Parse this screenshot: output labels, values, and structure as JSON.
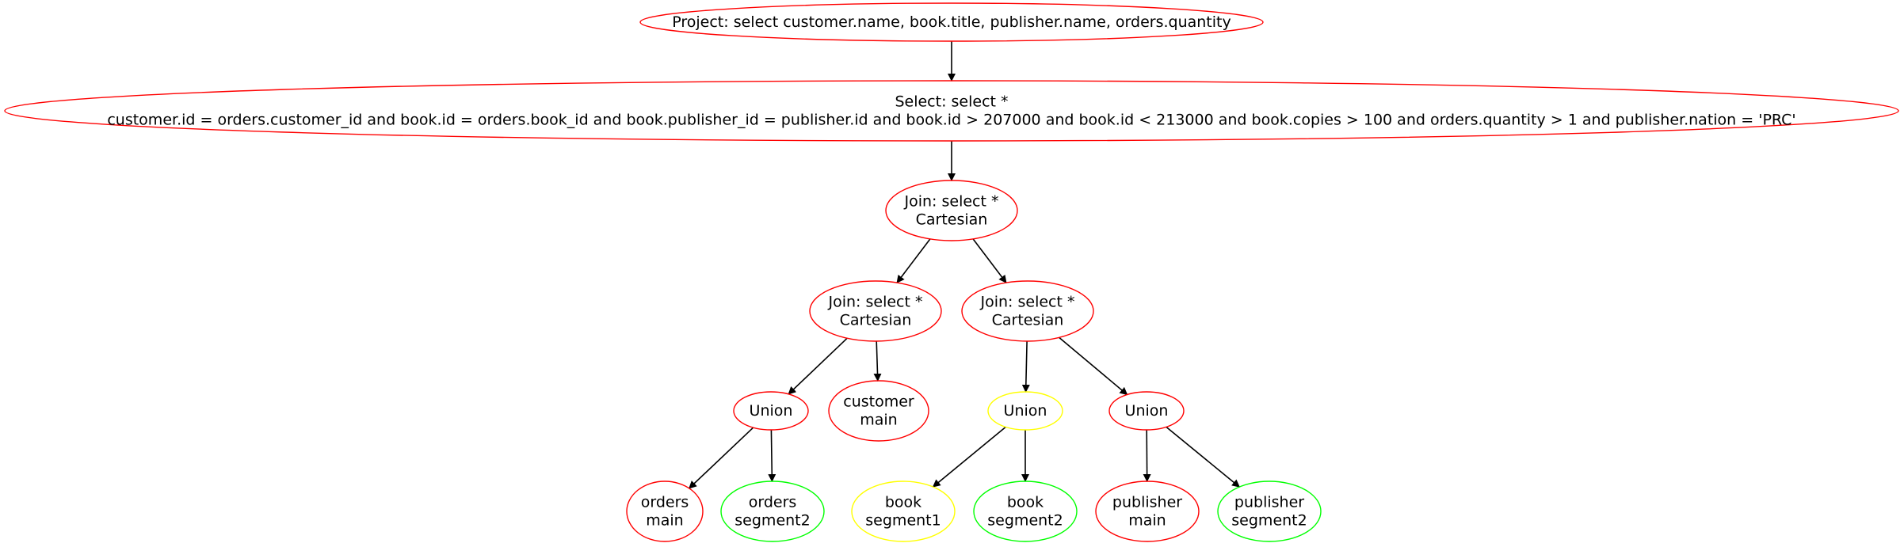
{
  "colors": {
    "red": "#ff0000",
    "yellow": "#ffff00",
    "green": "#00ff00",
    "edge": "#000000",
    "background": "#ffffff"
  },
  "nodes": {
    "project": {
      "lines": [
        "Project: select customer.name, book.title, publisher.name, orders.quantity"
      ],
      "color": "red"
    },
    "select": {
      "lines": [
        "Select: select *",
        "customer.id = orders.customer_id and book.id = orders.book_id and book.publisher_id = publisher.id and book.id > 207000 and book.id < 213000 and book.copies > 100 and orders.quantity > 1 and publisher.nation = 'PRC'"
      ],
      "color": "red"
    },
    "join_root": {
      "lines": [
        "Join: select *",
        "Cartesian"
      ],
      "color": "red"
    },
    "join_left": {
      "lines": [
        "Join: select *",
        "Cartesian"
      ],
      "color": "red"
    },
    "join_right": {
      "lines": [
        "Join: select *",
        "Cartesian"
      ],
      "color": "red"
    },
    "union_orders": {
      "lines": [
        "Union"
      ],
      "color": "red"
    },
    "customer_main": {
      "lines": [
        "customer",
        "main"
      ],
      "color": "red"
    },
    "union_book": {
      "lines": [
        "Union"
      ],
      "color": "yellow"
    },
    "union_publisher": {
      "lines": [
        "Union"
      ],
      "color": "red"
    },
    "orders_main": {
      "lines": [
        "orders",
        "main"
      ],
      "color": "red"
    },
    "orders_segment2": {
      "lines": [
        "orders",
        "segment2"
      ],
      "color": "green"
    },
    "book_segment1": {
      "lines": [
        "book",
        "segment1"
      ],
      "color": "yellow"
    },
    "book_segment2": {
      "lines": [
        "book",
        "segment2"
      ],
      "color": "green"
    },
    "publisher_main": {
      "lines": [
        "publisher",
        "main"
      ],
      "color": "red"
    },
    "publisher_segment2": {
      "lines": [
        "publisher",
        "segment2"
      ],
      "color": "green"
    }
  },
  "edges": [
    [
      "project",
      "select"
    ],
    [
      "select",
      "join_root"
    ],
    [
      "join_root",
      "join_left"
    ],
    [
      "join_root",
      "join_right"
    ],
    [
      "join_left",
      "union_orders"
    ],
    [
      "join_left",
      "customer_main"
    ],
    [
      "join_right",
      "union_book"
    ],
    [
      "join_right",
      "union_publisher"
    ],
    [
      "union_orders",
      "orders_main"
    ],
    [
      "union_orders",
      "orders_segment2"
    ],
    [
      "union_book",
      "book_segment1"
    ],
    [
      "union_book",
      "book_segment2"
    ],
    [
      "union_publisher",
      "publisher_main"
    ],
    [
      "union_publisher",
      "publisher_segment2"
    ]
  ]
}
